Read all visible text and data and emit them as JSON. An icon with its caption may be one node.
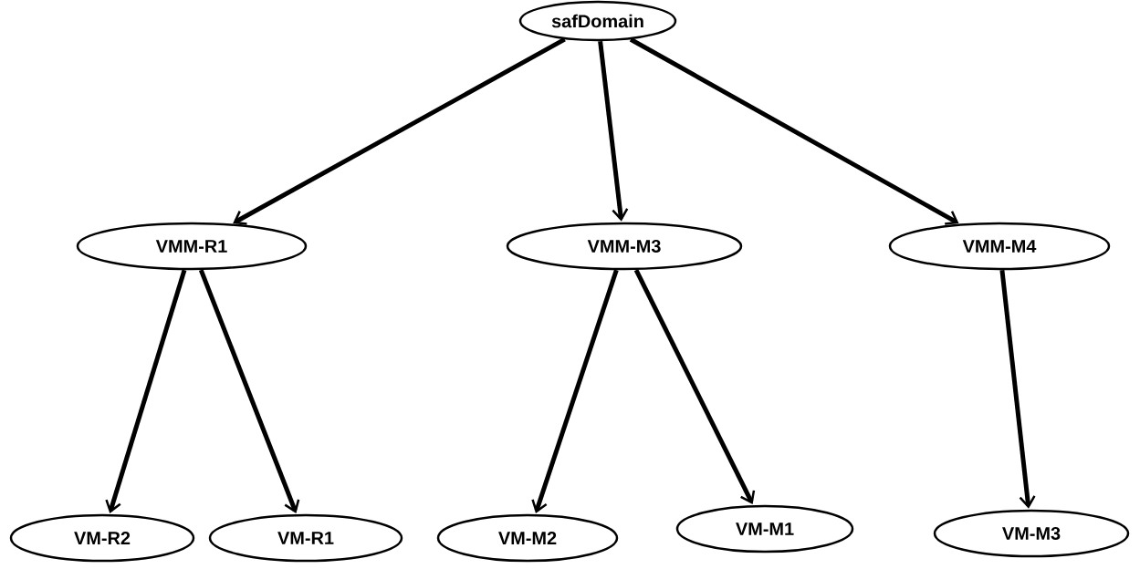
{
  "diagram": {
    "nodes": [
      {
        "text": [
          "safDomain"
        ]
      },
      {
        "text": [
          "VMM-R1"
        ]
      },
      {
        "text": [
          "VMM-M3"
        ]
      },
      {
        "text": [
          "VMM-M4"
        ]
      },
      {
        "text": [
          "VM-R2"
        ]
      },
      {
        "text": [
          "VM-R1"
        ]
      },
      {
        "text": [
          "VM-M2"
        ]
      },
      {
        "text": [
          "VM-M1"
        ]
      },
      {
        "text": [
          "VM-M3"
        ]
      }
    ],
    "edges": [
      {
        "from": 0,
        "to": 1,
        "arrow": "to"
      },
      {
        "from": 0,
        "to": 2,
        "arrow": "to"
      },
      {
        "from": 0,
        "to": 3,
        "arrow": "to"
      },
      {
        "from": 1,
        "to": 4,
        "arrow": "to"
      },
      {
        "from": 1,
        "to": 5,
        "arrow": "to"
      },
      {
        "from": 2,
        "to": 6,
        "arrow": "to"
      },
      {
        "from": 2,
        "to": 7,
        "arrow": "to"
      },
      {
        "from": 3,
        "to": 8,
        "arrow": "to"
      }
    ]
  }
}
